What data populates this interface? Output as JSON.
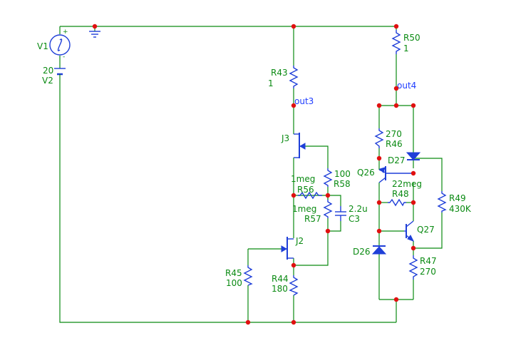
{
  "components": {
    "V1": {
      "name": "V1"
    },
    "V2": {
      "name": "V2",
      "value": "20"
    },
    "R43": {
      "name": "R43",
      "value": "1"
    },
    "R44": {
      "name": "R44",
      "value": "180"
    },
    "R45": {
      "name": "R45",
      "value": "100"
    },
    "R46": {
      "name": "R46",
      "value": "270"
    },
    "R47": {
      "name": "R47",
      "value": "270"
    },
    "R48": {
      "name": "R48",
      "value": "22meg"
    },
    "R49": {
      "name": "R49",
      "value": "430K"
    },
    "R50": {
      "name": "R50",
      "value": "1"
    },
    "R56": {
      "name": "R56",
      "value": "1meg"
    },
    "R57": {
      "name": "R57",
      "value": "1meg"
    },
    "R58": {
      "name": "R58",
      "value": "100"
    },
    "C3": {
      "name": "C3",
      "value": "2.2u"
    },
    "J2": {
      "name": "J2"
    },
    "J3": {
      "name": "J3"
    },
    "Q26": {
      "name": "Q26"
    },
    "Q27": {
      "name": "Q27"
    },
    "D26": {
      "name": "D26"
    },
    "D27": {
      "name": "D27"
    }
  },
  "nets": {
    "out3": "out3",
    "out4": "out4"
  },
  "colors": {
    "wire": "#0a8a12",
    "device": "#1f3fd8",
    "node": "#e01010",
    "background": "#ffffff"
  }
}
